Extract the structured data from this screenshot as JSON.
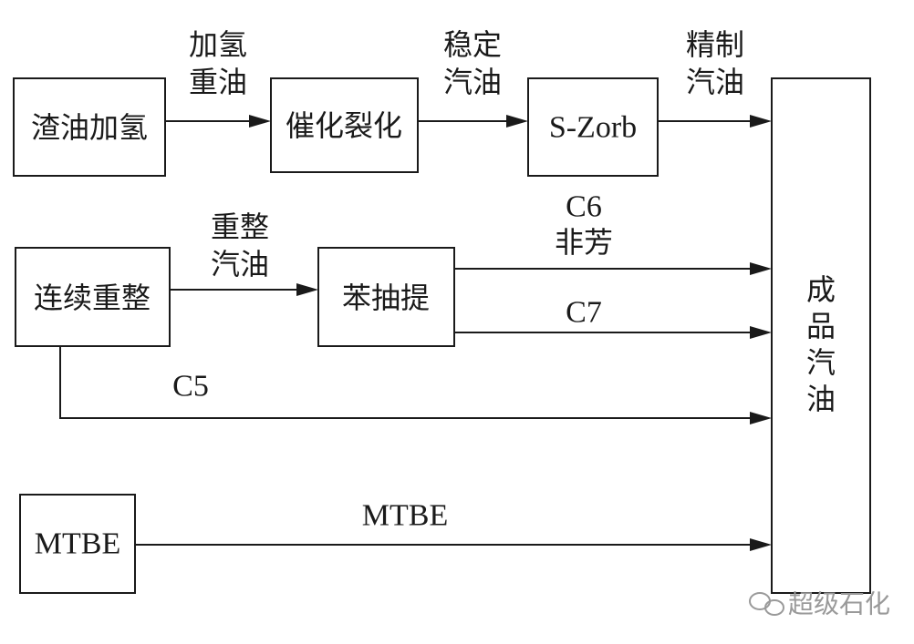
{
  "nodes": {
    "residue_hydro": "渣油加氢",
    "fcc": "催化裂化",
    "szorb": "S-Zorb",
    "reforming": "连续重整",
    "benzene_extraction": "苯抽提",
    "mtbe": "MTBE",
    "product": [
      "成",
      "品",
      "汽",
      "油"
    ]
  },
  "edges": {
    "hydro_heavy_oil": [
      "加氢",
      "重油"
    ],
    "stable_gasoline": [
      "稳定",
      "汽油"
    ],
    "refined_gasoline": [
      "精制",
      "汽油"
    ],
    "reformed_gasoline": [
      "重整",
      "汽油"
    ],
    "c6_nonaromatic": [
      "C6",
      "非芳"
    ],
    "c7": "C7",
    "c5": "C5",
    "mtbe": "MTBE"
  },
  "watermark": "超级石化",
  "colors": {
    "ink": "#1a1a1a",
    "watermark": "#9a9a9a"
  }
}
